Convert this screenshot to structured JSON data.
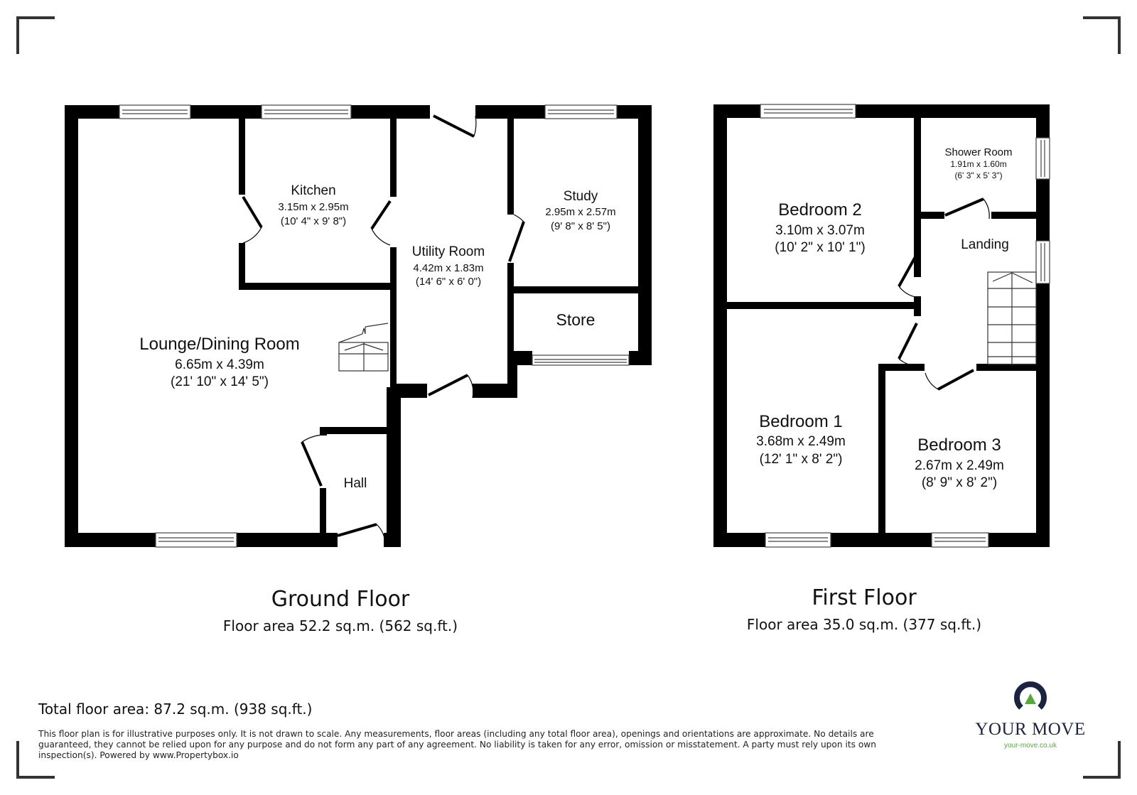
{
  "ground_floor": {
    "title": "Ground Floor",
    "area": "Floor area 52.2 sq.m. (562 sq.ft.)",
    "rooms": [
      {
        "name": "Kitchen",
        "metric": "3.15m x 2.95m",
        "imperial": "(10' 4\" x 9' 8\")"
      },
      {
        "name": "Utility Room",
        "metric": "4.42m x 1.83m",
        "imperial": "(14' 6\" x 6' 0\")"
      },
      {
        "name": "Study",
        "metric": "2.95m x 2.57m",
        "imperial": "(9' 8\" x 8' 5\")"
      },
      {
        "name": "Store"
      },
      {
        "name": "Lounge/Dining Room",
        "metric": "6.65m x 4.39m",
        "imperial": "(21' 10\" x 14' 5\")"
      },
      {
        "name": "Hall"
      }
    ]
  },
  "first_floor": {
    "title": "First Floor",
    "area": "Floor area 35.0 sq.m. (377 sq.ft.)",
    "rooms": [
      {
        "name": "Bedroom 2",
        "metric": "3.10m x 3.07m",
        "imperial": "(10' 2\" x 10' 1\")"
      },
      {
        "name": "Shower Room",
        "metric": "1.91m x 1.60m",
        "imperial": "(6' 3\" x 5' 3\")"
      },
      {
        "name": "Landing"
      },
      {
        "name": "Bedroom 1",
        "metric": "3.68m x 2.49m",
        "imperial": "(12' 1\" x 8' 2\")"
      },
      {
        "name": "Bedroom 3",
        "metric": "2.67m x 2.49m",
        "imperial": "(8' 9\" x 8' 2\")"
      }
    ]
  },
  "total_area": "Total floor area: 87.2 sq.m. (938 sq.ft.)",
  "disclaimer": "This floor plan is for illustrative purposes only. It is not drawn to scale. Any measurements, floor areas (including any total floor area), openings and orientations are approximate. No details are guaranteed, they cannot be relied upon for any purpose and do not form any part of any agreement. No liability is taken for any error, omission or misstatement. A party must rely upon its own inspection(s). Powered by www.Propertybox.io",
  "brand": {
    "name": "YOUR MOVE",
    "url": "your-move.co.uk",
    "primary_color": "#1a2340",
    "accent_color": "#5aa83a"
  },
  "icons": {
    "corner_marks": "crop-corner-icon",
    "logo": "your-move-logo-icon"
  }
}
